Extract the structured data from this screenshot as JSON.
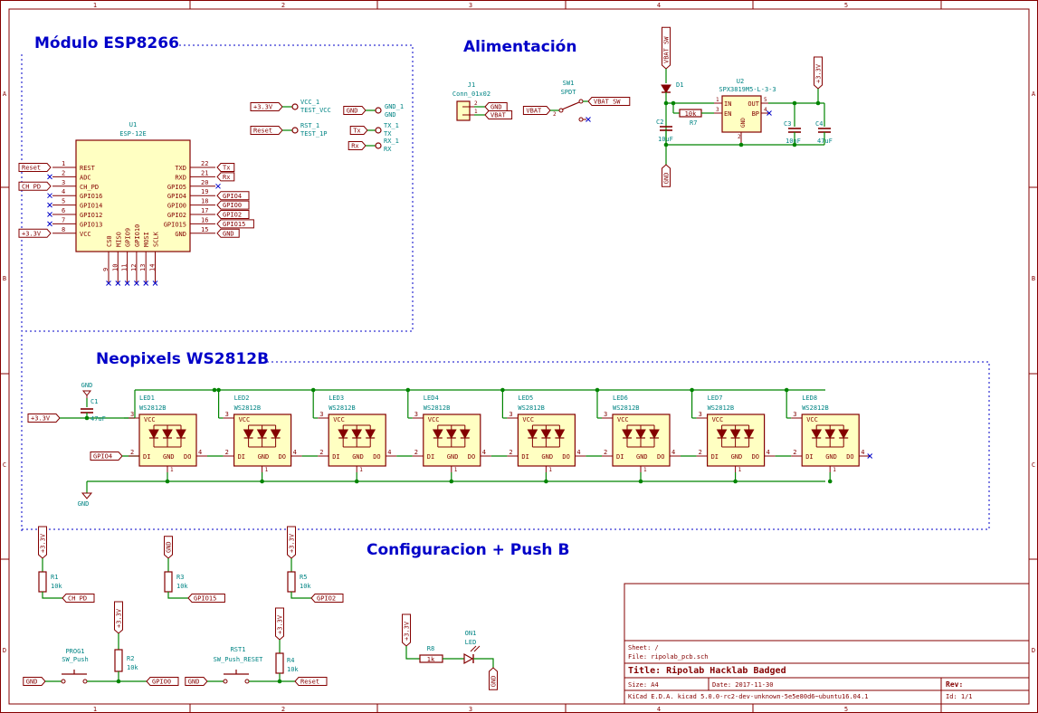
{
  "sections": {
    "esp": "Módulo ESP8266",
    "power": "Alimentación",
    "neo": "Neopixels WS2812B",
    "config": "Configuracion + Push B"
  },
  "ruler_top": [
    "1",
    "2",
    "3",
    "4",
    "5"
  ],
  "ruler_side": [
    "A",
    "B",
    "C",
    "D"
  ],
  "esp": {
    "ref": "U1",
    "value": "ESP-12E",
    "left_pins": [
      {
        "num": "1",
        "name": "REST",
        "net": "Reset"
      },
      {
        "num": "2",
        "name": "ADC",
        "net": ""
      },
      {
        "num": "3",
        "name": "CH_PD",
        "net": "CH_PD"
      },
      {
        "num": "4",
        "name": "GPIO16",
        "net": ""
      },
      {
        "num": "5",
        "name": "GPIO14",
        "net": ""
      },
      {
        "num": "6",
        "name": "GPIO12",
        "net": ""
      },
      {
        "num": "7",
        "name": "GPIO13",
        "net": ""
      },
      {
        "num": "8",
        "name": "VCC",
        "net": "+3.3V"
      }
    ],
    "right_pins": [
      {
        "num": "22",
        "name": "TXD",
        "net": "Tx"
      },
      {
        "num": "21",
        "name": "RXD",
        "net": "Rx"
      },
      {
        "num": "20",
        "name": "GPIO5",
        "net": ""
      },
      {
        "num": "19",
        "name": "GPIO4",
        "net": "GPIO4"
      },
      {
        "num": "18",
        "name": "GPIO0",
        "net": "GPIO0"
      },
      {
        "num": "17",
        "name": "GPIO2",
        "net": "GPIO2"
      },
      {
        "num": "16",
        "name": "GPIO15",
        "net": "GPIO15"
      },
      {
        "num": "15",
        "name": "GND",
        "net": "GND"
      }
    ],
    "bottom_pins": [
      {
        "num": "9",
        "name": "CS0"
      },
      {
        "num": "10",
        "name": "MISO"
      },
      {
        "num": "11",
        "name": "GPIO9"
      },
      {
        "num": "12",
        "name": "GPIO10"
      },
      {
        "num": "13",
        "name": "MOSI"
      },
      {
        "num": "14",
        "name": "SCLK"
      }
    ]
  },
  "testpoints": [
    {
      "net": "+3.3V",
      "ref": "VCC_1",
      "val": "TEST_VCC"
    },
    {
      "net": "Reset",
      "ref": "RST_1",
      "val": "TEST_1P"
    },
    {
      "net": "GND",
      "ref": "GND_1",
      "val": "GND"
    },
    {
      "net": "Tx",
      "ref": "TX_1",
      "val": "TX"
    },
    {
      "net": "Rx",
      "ref": "RX_1",
      "val": "RX"
    }
  ],
  "power": {
    "j1_ref": "J1",
    "j1_val": "Conn_01x02",
    "j1_nets": [
      "GND",
      "VBAT"
    ],
    "j1_pins": [
      "2",
      "1"
    ],
    "sw_ref": "SW1",
    "sw_val": "SPDT",
    "sw_in": "VBAT",
    "sw_out": "VBAT_SW",
    "sw_pin": "2",
    "d1": "D1",
    "vbat_sw": "VBAT_SW",
    "u2_ref": "U2",
    "u2_val": "SPX3819M5-L-3-3",
    "u2_pins": {
      "in": "IN",
      "en": "EN",
      "out": "OUT",
      "bp": "BP",
      "gnd": "GND",
      "p1": "1",
      "p3": "3",
      "p5": "5",
      "p4": "4",
      "p2": "2"
    },
    "r7_ref": "R7",
    "r7_val": "10k",
    "c2": "C2",
    "c2_val": "10uF",
    "c3": "C3",
    "c3_val": "10nF",
    "c4": "C4",
    "c4_val": "47uF",
    "gnd": "GND",
    "vcc": "+3.3V"
  },
  "neo": {
    "vcc": "+3.3V",
    "gnd_top": "GND",
    "gnd_bot": "GND",
    "c1": "C1",
    "c1_val": "47uF",
    "din": "GPIO4",
    "part": "WS2812B",
    "leds": [
      "LED1",
      "LED2",
      "LED3",
      "LED4",
      "LED5",
      "LED6",
      "LED7",
      "LED8"
    ],
    "pin_labels": {
      "vcc": "VCC",
      "di": "DI",
      "gnd": "GND",
      "do": "DO",
      "p1": "1",
      "p2": "2",
      "p3": "3",
      "p4": "4"
    }
  },
  "config": {
    "r1": "R1",
    "r1_val": "10k",
    "r1_net": "+3.3V",
    "r1_out": "CH_PD",
    "r3": "R3",
    "r3_val": "10k",
    "r3_net": "GND",
    "r3_out": "GPIO15",
    "r5": "R5",
    "r5_val": "10k",
    "r5_net": "+3.3V",
    "r5_out": "GPIO2",
    "prog_ref": "PROG1",
    "prog_val": "SW_Push",
    "prog_gnd": "GND",
    "prog_net": "GPIO0",
    "r2": "R2",
    "r2_val": "10k",
    "r2_net": "+3.3V",
    "rst_ref": "RST1",
    "rst_val": "SW_Push_RESET",
    "rst_gnd": "GND",
    "rst_net": "Reset",
    "r4": "R4",
    "r4_val": "10k",
    "r4_net": "+3.3V",
    "r8": "R8",
    "r8_val": "1k",
    "r8_net": "+3.3V",
    "on_ref": "ON1",
    "on_val": "LED",
    "on_gnd": "GND"
  },
  "titleblock": {
    "sheet": "Sheet: /",
    "file": "File: ripolab_pcb.sch",
    "title": "Title: Ripolab Hacklab Badged",
    "size": "Size: A4",
    "date": "Date: 2017-11-30",
    "rev": "Rev:",
    "kicad": "KiCad E.D.A.  kicad 5.0.0-rc2-dev-unknown-5e5e80d6~ubuntu16.04.1",
    "id": "Id: 1/1"
  },
  "colors": {
    "wire": "#008400",
    "comp": "#840000",
    "fill": "#ffffc2",
    "label": "#840000",
    "text": "#008484",
    "title": "#0000c8",
    "frame": "#840000",
    "junction": "#008400"
  }
}
